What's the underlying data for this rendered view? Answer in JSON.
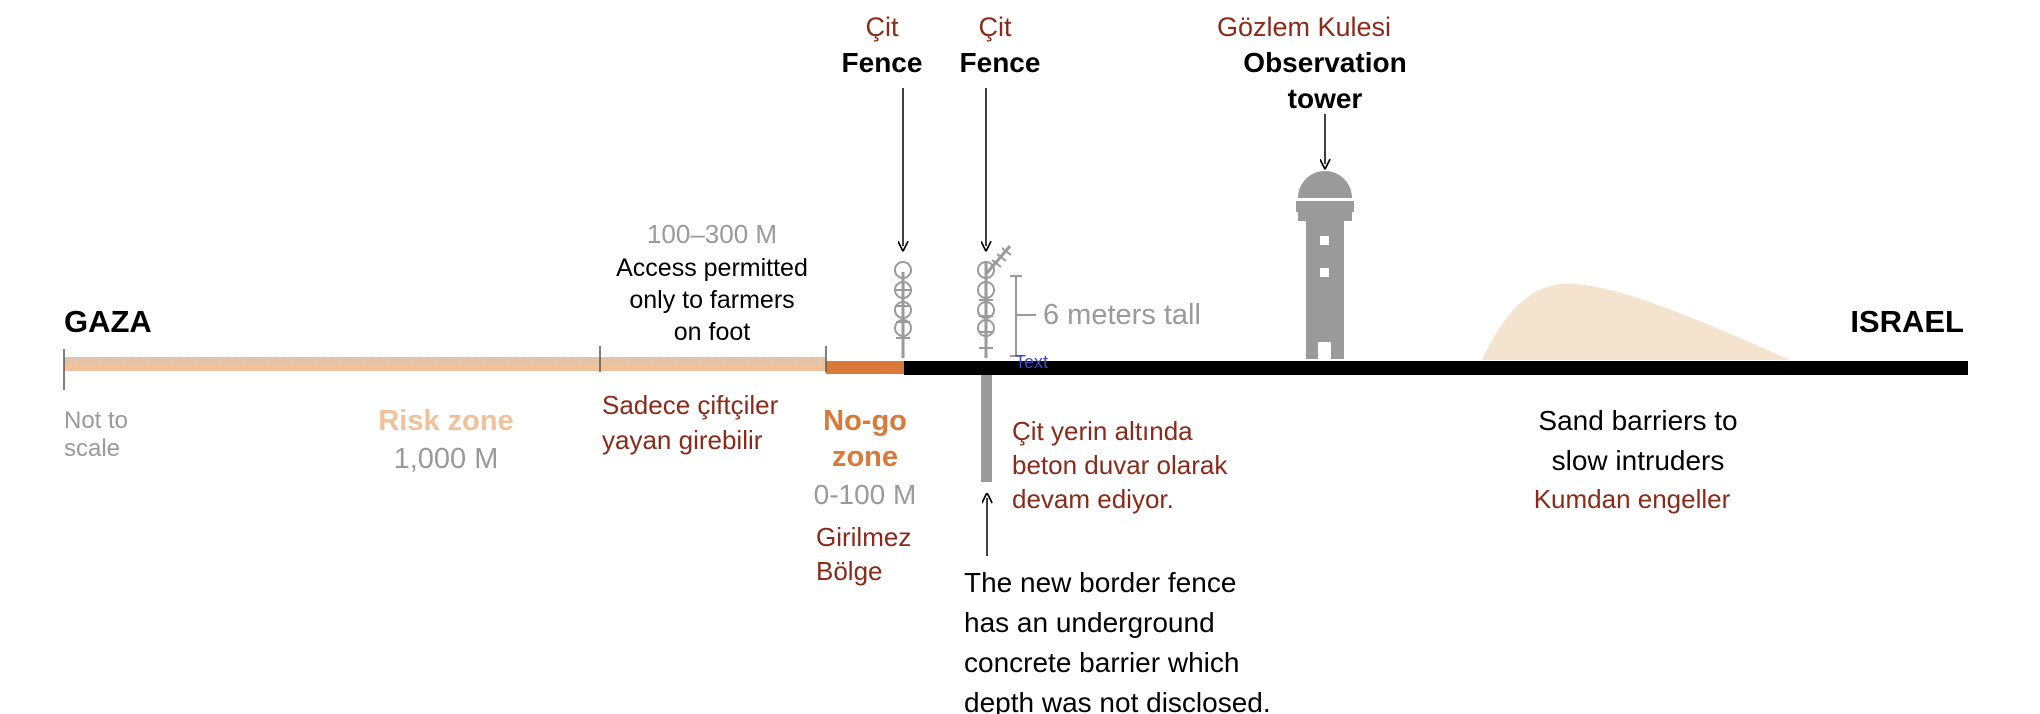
{
  "colors": {
    "red_label": "#8b2a1a",
    "risk_zone": "#f0c29b",
    "no_go_zone": "#d97a3a",
    "grey_text": "#9a9a9a",
    "structure": "#9a9a9a",
    "sand": "#f4e3cf",
    "ground": "#000000",
    "text_placeholder": "#3b4bd8"
  },
  "ends": {
    "left": "GAZA",
    "right": "ISRAEL"
  },
  "scale_note": {
    "line1": "Not to",
    "line2": "scale"
  },
  "risk_zone": {
    "label": "Risk zone",
    "distance": "1,000 M"
  },
  "access_zone": {
    "distance": "100–300 M",
    "desc_line1": "Access permitted",
    "desc_line2": "only to farmers",
    "desc_line3": "on foot",
    "tr_line1": "Sadece çiftçiler",
    "tr_line2": "yayan girebilir"
  },
  "no_go_zone": {
    "label_line1": "No-go",
    "label_line2": "zone",
    "distance": "0-100 M",
    "tr_line1": "Girilmez",
    "tr_line2": "Bölge"
  },
  "fence_1": {
    "tr": "Çit",
    "en": "Fence"
  },
  "fence_2": {
    "tr": "Çit",
    "en": "Fence"
  },
  "fence_height": "6 meters tall",
  "placeholder_text": "Text",
  "underground": {
    "tr_line1": "Çit yerin altında",
    "tr_line2": "beton duvar olarak",
    "tr_line3": "devam ediyor.",
    "en_line1": "The new border fence",
    "en_line2": "has an underground",
    "en_line3": "concrete barrier which",
    "en_line4": "depth was not disclosed."
  },
  "tower": {
    "tr": "Gözlem Kulesi",
    "en_line1": "Observation",
    "en_line2": "tower"
  },
  "sand": {
    "en_line1": "Sand barriers to",
    "en_line2": "slow intruders",
    "tr": "Kumdan engeller"
  }
}
